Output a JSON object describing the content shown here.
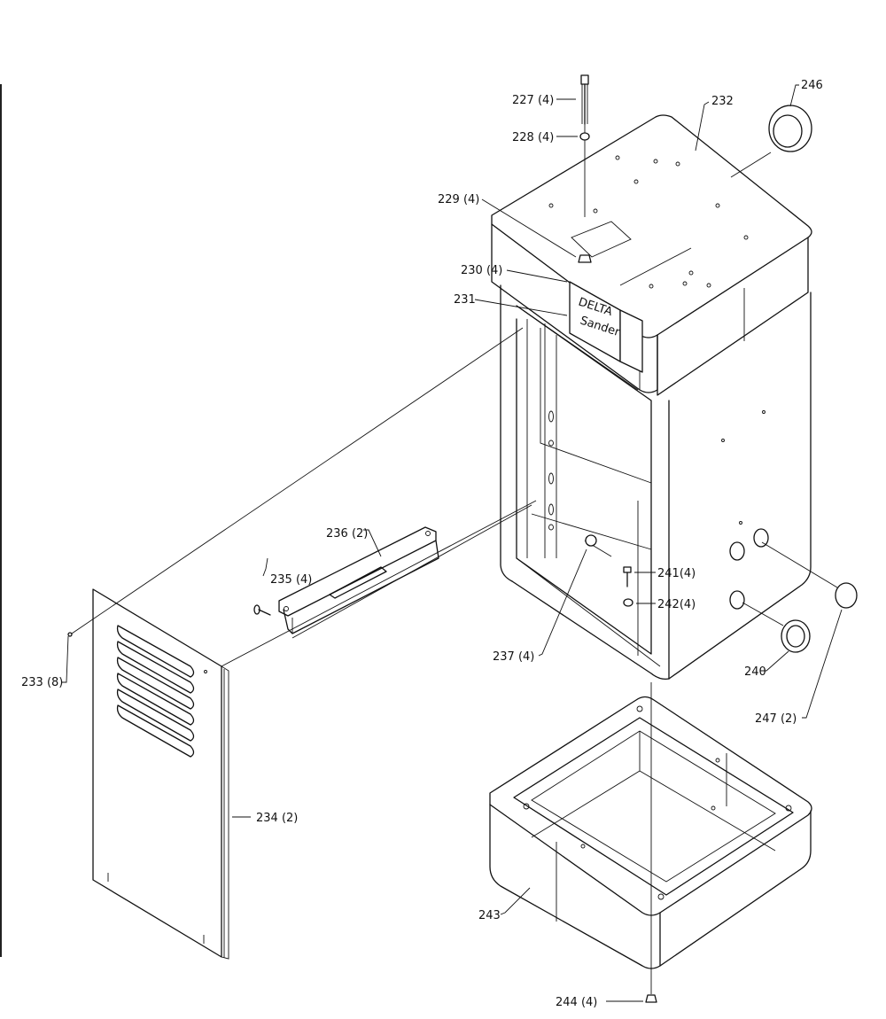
{
  "labels": {
    "p227": "227 (4)",
    "p228": "228 (4)",
    "p229": "229 (4)",
    "p230": "230 (4)",
    "p231": "231",
    "p232": "232",
    "p233": "233 (8)",
    "p234": "234 (2)",
    "p235": "235 (4)",
    "p236": "236 (2)",
    "p237": "237 (4)",
    "p240": "240",
    "p241": "241(4)",
    "p242": "242(4)",
    "p243": "243",
    "p244": "244 (4)",
    "p246": "246",
    "p247": "247 (2)"
  },
  "logo": {
    "brand": "DELTA",
    "product": "Sander"
  }
}
